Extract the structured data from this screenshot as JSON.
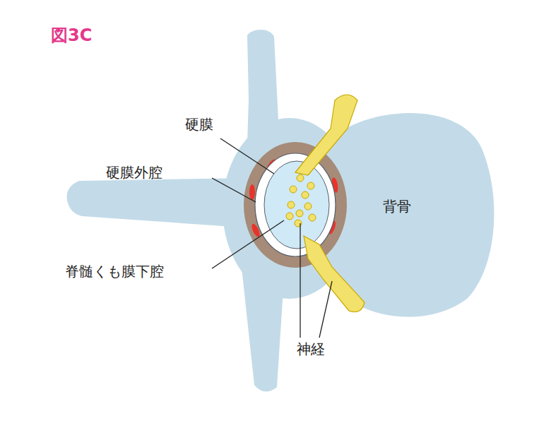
{
  "diagram": {
    "title": "図3C",
    "labels": [
      "硬膜",
      "硬膜外腔",
      "脊髄くも膜下腔",
      "背骨",
      "神経"
    ]
  }
}
